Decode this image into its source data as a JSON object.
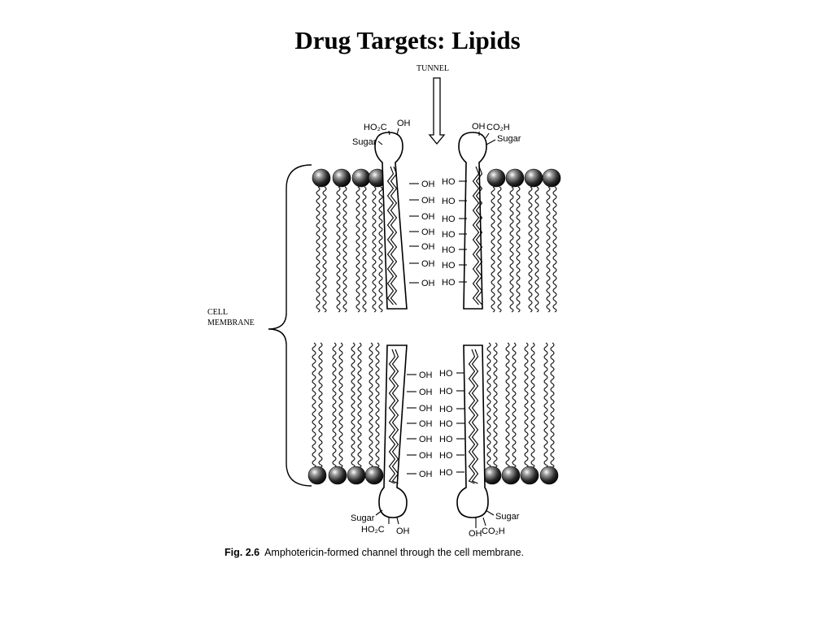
{
  "title": "Drug Targets: Lipids",
  "figure": {
    "tunnel_label": "TUNNEL",
    "membrane_label": [
      "CELL",
      "MEMBRANE"
    ],
    "oh": "OH",
    "ho": "HO",
    "sugar": "Sugar",
    "ho2c": "HO₂C",
    "co2h": "CO₂H",
    "caption_number": "Fig. 2.6",
    "caption_text": "Amphotericin-formed channel through the cell membrane."
  }
}
